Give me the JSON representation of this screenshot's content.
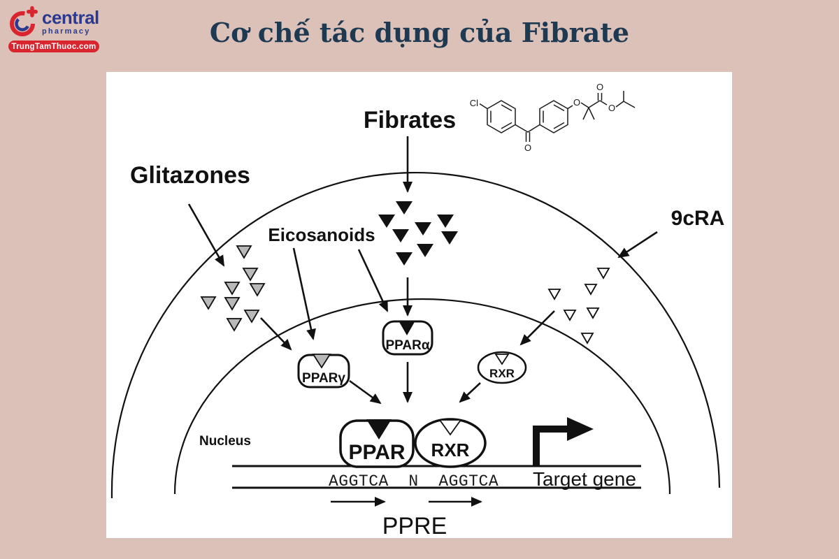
{
  "colors": {
    "bg": "#dcc1b8",
    "panel": "#ffffff",
    "ink": "#111111",
    "tri-gray": "#b9b9b9",
    "brand-red": "#d9252e",
    "brand-blue": "#2b3a8f",
    "title": "#1e3a52"
  },
  "logo": {
    "brand": "central",
    "subtitle": "pharmacy",
    "domain": "TrungTamThuoc.com"
  },
  "title": {
    "text": "Cơ chế tác dụng của Fibrate"
  },
  "diagram": {
    "labels": {
      "fibrates": "Fibrates",
      "glitazones": "Glitazones",
      "eicosanoids": "Eicosanoids",
      "nine_cra": "9cRA",
      "nucleus": "Nucleus",
      "target_gene": "Target gene",
      "ppre": "PPRE",
      "dna_sequence": "AGGTCA  N  AGGTCA"
    },
    "receptors": {
      "ppar_alpha": "PPARα",
      "ppar_gamma": "PPARγ",
      "rxr": "RXR",
      "ppar_nucleus": "PPAR",
      "rxr_nucleus": "RXR"
    },
    "chemistry": {
      "cl": "Cl",
      "o": "O"
    }
  }
}
